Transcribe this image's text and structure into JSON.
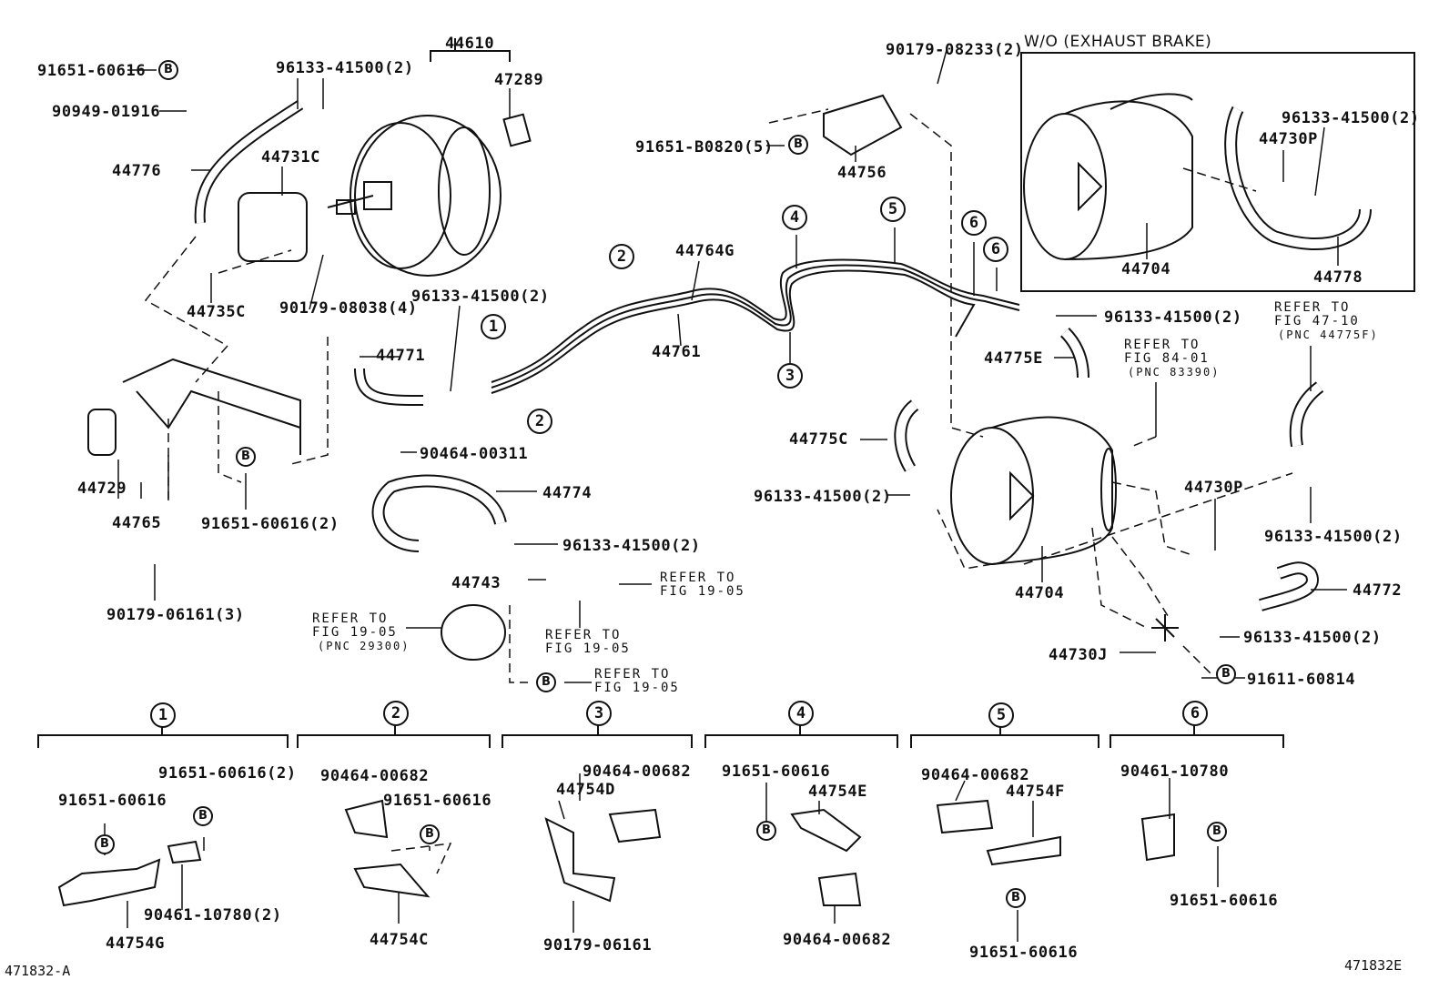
{
  "inset_title": "W/O (EXHAUST BRAKE)",
  "bolt_marker": "B",
  "callouts": [
    "44610",
    "91651-60616",
    "96133-41500(2)",
    "47289",
    "90949-01916",
    "44776",
    "44731C",
    "44735C",
    "90179-08038(4)",
    "96133-41500(2)",
    "44771",
    "44729",
    "44765",
    "91651-60616(2)",
    "90179-06161(3)",
    "90464-00311",
    "44774",
    "96133-41500(2)",
    "44743",
    "44764G",
    "44761",
    "90179-08233(2)",
    "91651-B0820(5)",
    "44756",
    "96133-41500(2)",
    "44730P",
    "44704",
    "44778",
    "96133-41500(2)",
    "44775E",
    "44775C",
    "96133-41500(2)",
    "44730P",
    "96133-41500(2)",
    "44704",
    "44772",
    "96133-41500(2)",
    "44730J",
    "91611-60814"
  ],
  "refer_notes": [
    {
      "l1": "REFER TO",
      "l2": "FIG 19-05",
      "l3": ""
    },
    {
      "l1": "REFER TO",
      "l2": "FIG 19-05",
      "l3": "(PNC 29300)"
    },
    {
      "l1": "REFER TO",
      "l2": "FIG 19-05",
      "l3": ""
    },
    {
      "l1": "REFER TO",
      "l2": "FIG 19-05",
      "l3": ""
    },
    {
      "l1": "REFER TO",
      "l2": "FIG 84-01",
      "l3": "(PNC 83390)"
    },
    {
      "l1": "REFER TO",
      "l2": "FIG 47-10",
      "l3": "(PNC 44775F)"
    }
  ],
  "index_markers": [
    "1",
    "2",
    "2",
    "3",
    "4",
    "5",
    "6",
    "6"
  ],
  "detail_sections": [
    {
      "index": "1",
      "parts": [
        "91651-60616(2)",
        "91651-60616",
        "90461-10780(2)",
        "44754G"
      ]
    },
    {
      "index": "2",
      "parts": [
        "90464-00682",
        "91651-60616",
        "44754C"
      ]
    },
    {
      "index": "3",
      "parts": [
        "90464-00682",
        "44754D",
        "90179-06161"
      ]
    },
    {
      "index": "4",
      "parts": [
        "91651-60616",
        "44754E",
        "90464-00682"
      ]
    },
    {
      "index": "5",
      "parts": [
        "90464-00682",
        "44754F",
        "91651-60616"
      ]
    },
    {
      "index": "6",
      "parts": [
        "90461-10780",
        "91651-60616"
      ]
    }
  ],
  "figure_codes": {
    "left": "471832-A",
    "right": "471832E"
  }
}
